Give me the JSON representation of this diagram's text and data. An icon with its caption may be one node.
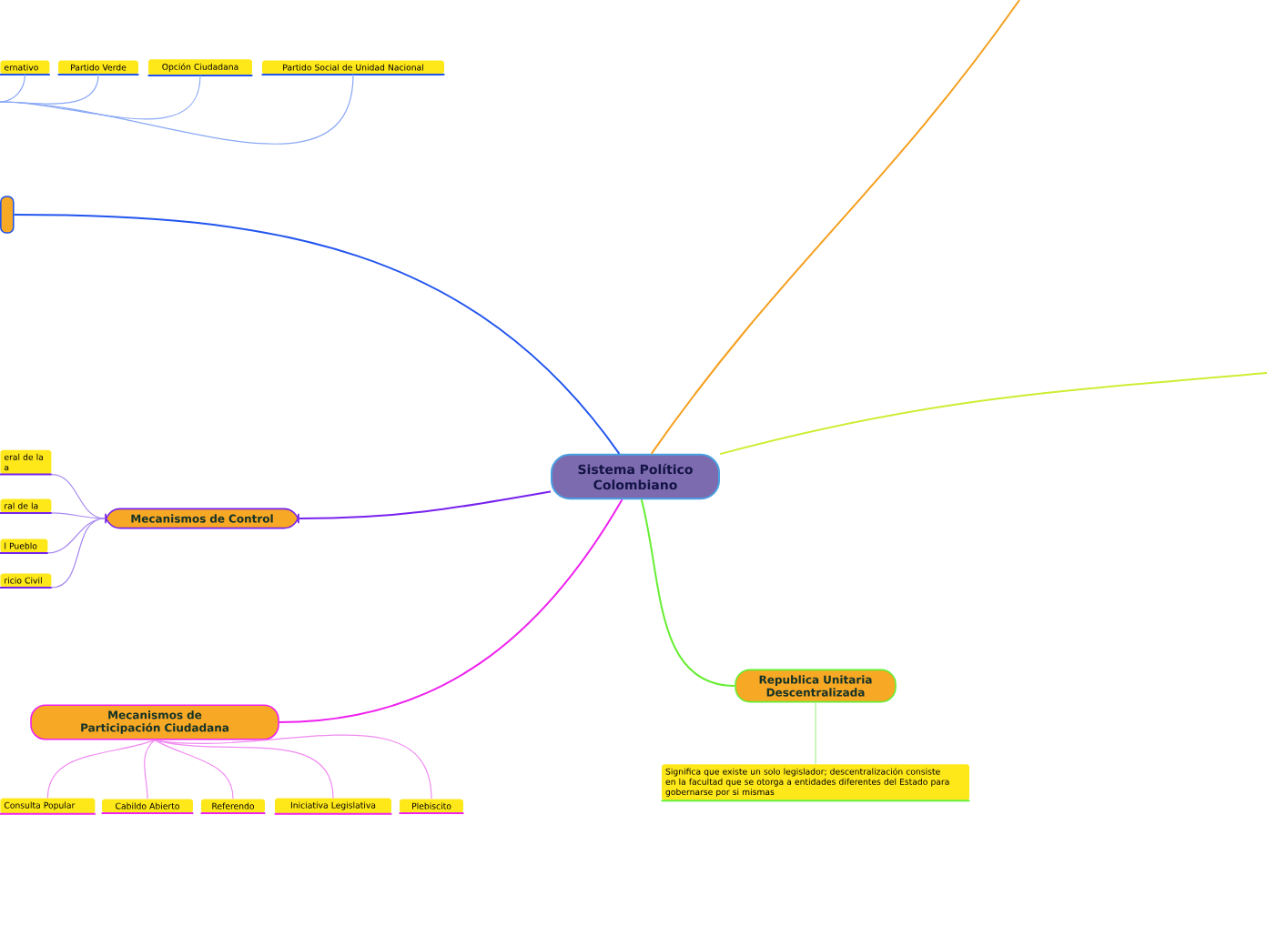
{
  "diagram": {
    "nodes": [
      {
        "text": [
          "Sistema Político Colombiano"
        ]
      },
      {
        "text": [],
        "shape": "box"
      },
      {
        "text": [
          "Mecanismos de Control"
        ]
      },
      {
        "text": [
          "eral de la a"
        ]
      },
      {
        "text": [
          "ral de la"
        ]
      },
      {
        "text": [
          "l Pueblo"
        ]
      },
      {
        "text": [
          "ricio Civil"
        ]
      },
      {
        "text": [
          "Mecanismos de Participación Ciudadana"
        ]
      },
      {
        "text": [
          "Consulta Popular"
        ]
      },
      {
        "text": [
          "Cabildo Abierto"
        ]
      },
      {
        "text": [
          "Referendo"
        ]
      },
      {
        "text": [
          "Iniciativa Legislativa"
        ]
      },
      {
        "text": [
          "Plebiscito"
        ]
      },
      {
        "text": [
          "Republica Unitaria Descentralizada"
        ]
      },
      {
        "text": [
          "Significa que existe un solo legislador; descentralización consiste en la facultad que se otorga a entidades diferentes del Estado para gobernarse por si mismas"
        ]
      },
      {
        "text": [
          "ernativo"
        ]
      },
      {
        "text": [
          "Partido Verde"
        ]
      },
      {
        "text": [
          "Opción Ciudadana"
        ]
      },
      {
        "text": [
          "Partido Social de Unidad Nacional"
        ]
      }
    ],
    "edges": [
      {
        "from": 0,
        "to": 1,
        "arrow": "none",
        "color": "#2255ee"
      },
      {
        "from": 0,
        "to": 2,
        "arrow": "none",
        "color": "#7722ee"
      },
      {
        "from": 0,
        "to": 7,
        "arrow": "none",
        "color": "#ee22ee"
      },
      {
        "from": 0,
        "to": 13,
        "arrow": "none",
        "color": "#66ee33"
      },
      {
        "from": 0,
        "to": null,
        "arrow": "none",
        "color": "#f5a020"
      },
      {
        "from": 0,
        "to": null,
        "arrow": "none",
        "color": "#ccee33"
      },
      {
        "from": 2,
        "to": 3,
        "arrow": "none",
        "color": "#a88af0"
      },
      {
        "from": 2,
        "to": 4,
        "arrow": "none",
        "color": "#a88af0"
      },
      {
        "from": 2,
        "to": 5,
        "arrow": "none",
        "color": "#a88af0"
      },
      {
        "from": 2,
        "to": 6,
        "arrow": "none",
        "color": "#a88af0"
      },
      {
        "from": 7,
        "to": 8,
        "arrow": "none",
        "color": "#f08af0"
      },
      {
        "from": 7,
        "to": 9,
        "arrow": "none",
        "color": "#f08af0"
      },
      {
        "from": 7,
        "to": 10,
        "arrow": "none",
        "color": "#f08af0"
      },
      {
        "from": 7,
        "to": 11,
        "arrow": "none",
        "color": "#f08af0"
      },
      {
        "from": 7,
        "to": 12,
        "arrow": "none",
        "color": "#f08af0"
      },
      {
        "from": 13,
        "to": 14,
        "arrow": "none",
        "color": "#a8f08a"
      },
      {
        "from": 15,
        "to": null,
        "arrow": "none",
        "color": "#8aa8f5"
      },
      {
        "from": 16,
        "to": null,
        "arrow": "none",
        "color": "#8aa8f5"
      },
      {
        "from": 17,
        "to": null,
        "arrow": "none",
        "color": "#8aa8f5"
      },
      {
        "from": 18,
        "to": null,
        "arrow": "none",
        "color": "#8aa8f5"
      }
    ]
  }
}
